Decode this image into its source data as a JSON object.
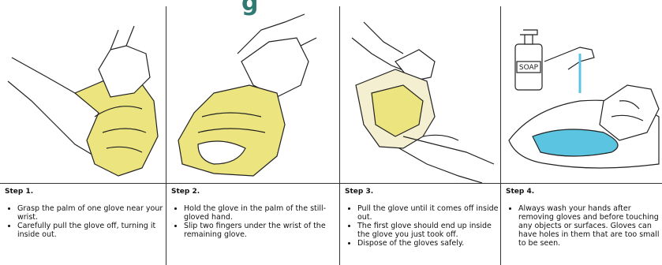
{
  "title_fragment": "g",
  "steps": [
    {
      "title": "Step 1.",
      "bullets": [
        "Grasp the palm of one glove near your wrist.",
        "Carefully pull the glove off, turning it inside out."
      ]
    },
    {
      "title": "Step 2.",
      "bullets": [
        "Hold the glove in the palm of the still-gloved hand.",
        "Slip two fingers under the wrist of the remaining glove."
      ]
    },
    {
      "title": "Step 3.",
      "bullets": [
        "Pull the glove until it comes off inside out.",
        "The first glove should end up inside the glove you just took off.",
        "Dispose of the gloves safely."
      ]
    },
    {
      "title": "Step 4.",
      "bullets": [
        "Always wash your hands after removing gloves and before touching any objects or surfaces. Gloves can have holes in them that are too small to be seen."
      ]
    }
  ],
  "soap_label": "SOAP",
  "colors": {
    "glove": "#ece47f",
    "water": "#5bc4e0",
    "line": "#222222",
    "title": "#2f7a72"
  }
}
